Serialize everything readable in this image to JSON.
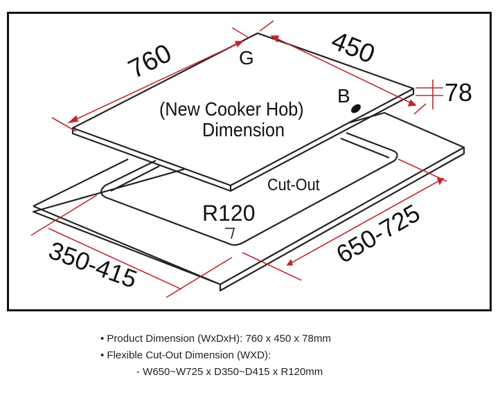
{
  "diagram": {
    "dims": {
      "width": "760",
      "depth": "450",
      "height": "78",
      "cutout_width": "650-725",
      "cutout_depth": "350-415",
      "radius": "R120"
    },
    "markers": {
      "g": "G",
      "b": "B"
    },
    "title_line1": "(New Cooker Hob)",
    "title_line2": "Dimension",
    "cutout_label": "Cut-Out",
    "colors": {
      "dimension": "#c0282d",
      "line": "#222222"
    }
  },
  "notes": {
    "product": "• Product Dimension (WxDxH): 760 x 450 x 78mm",
    "cutout": "• Flexible Cut-Out Dimension (WXD):",
    "cutout_detail": "- W650~W725 x D350~D415 x R120mm"
  }
}
